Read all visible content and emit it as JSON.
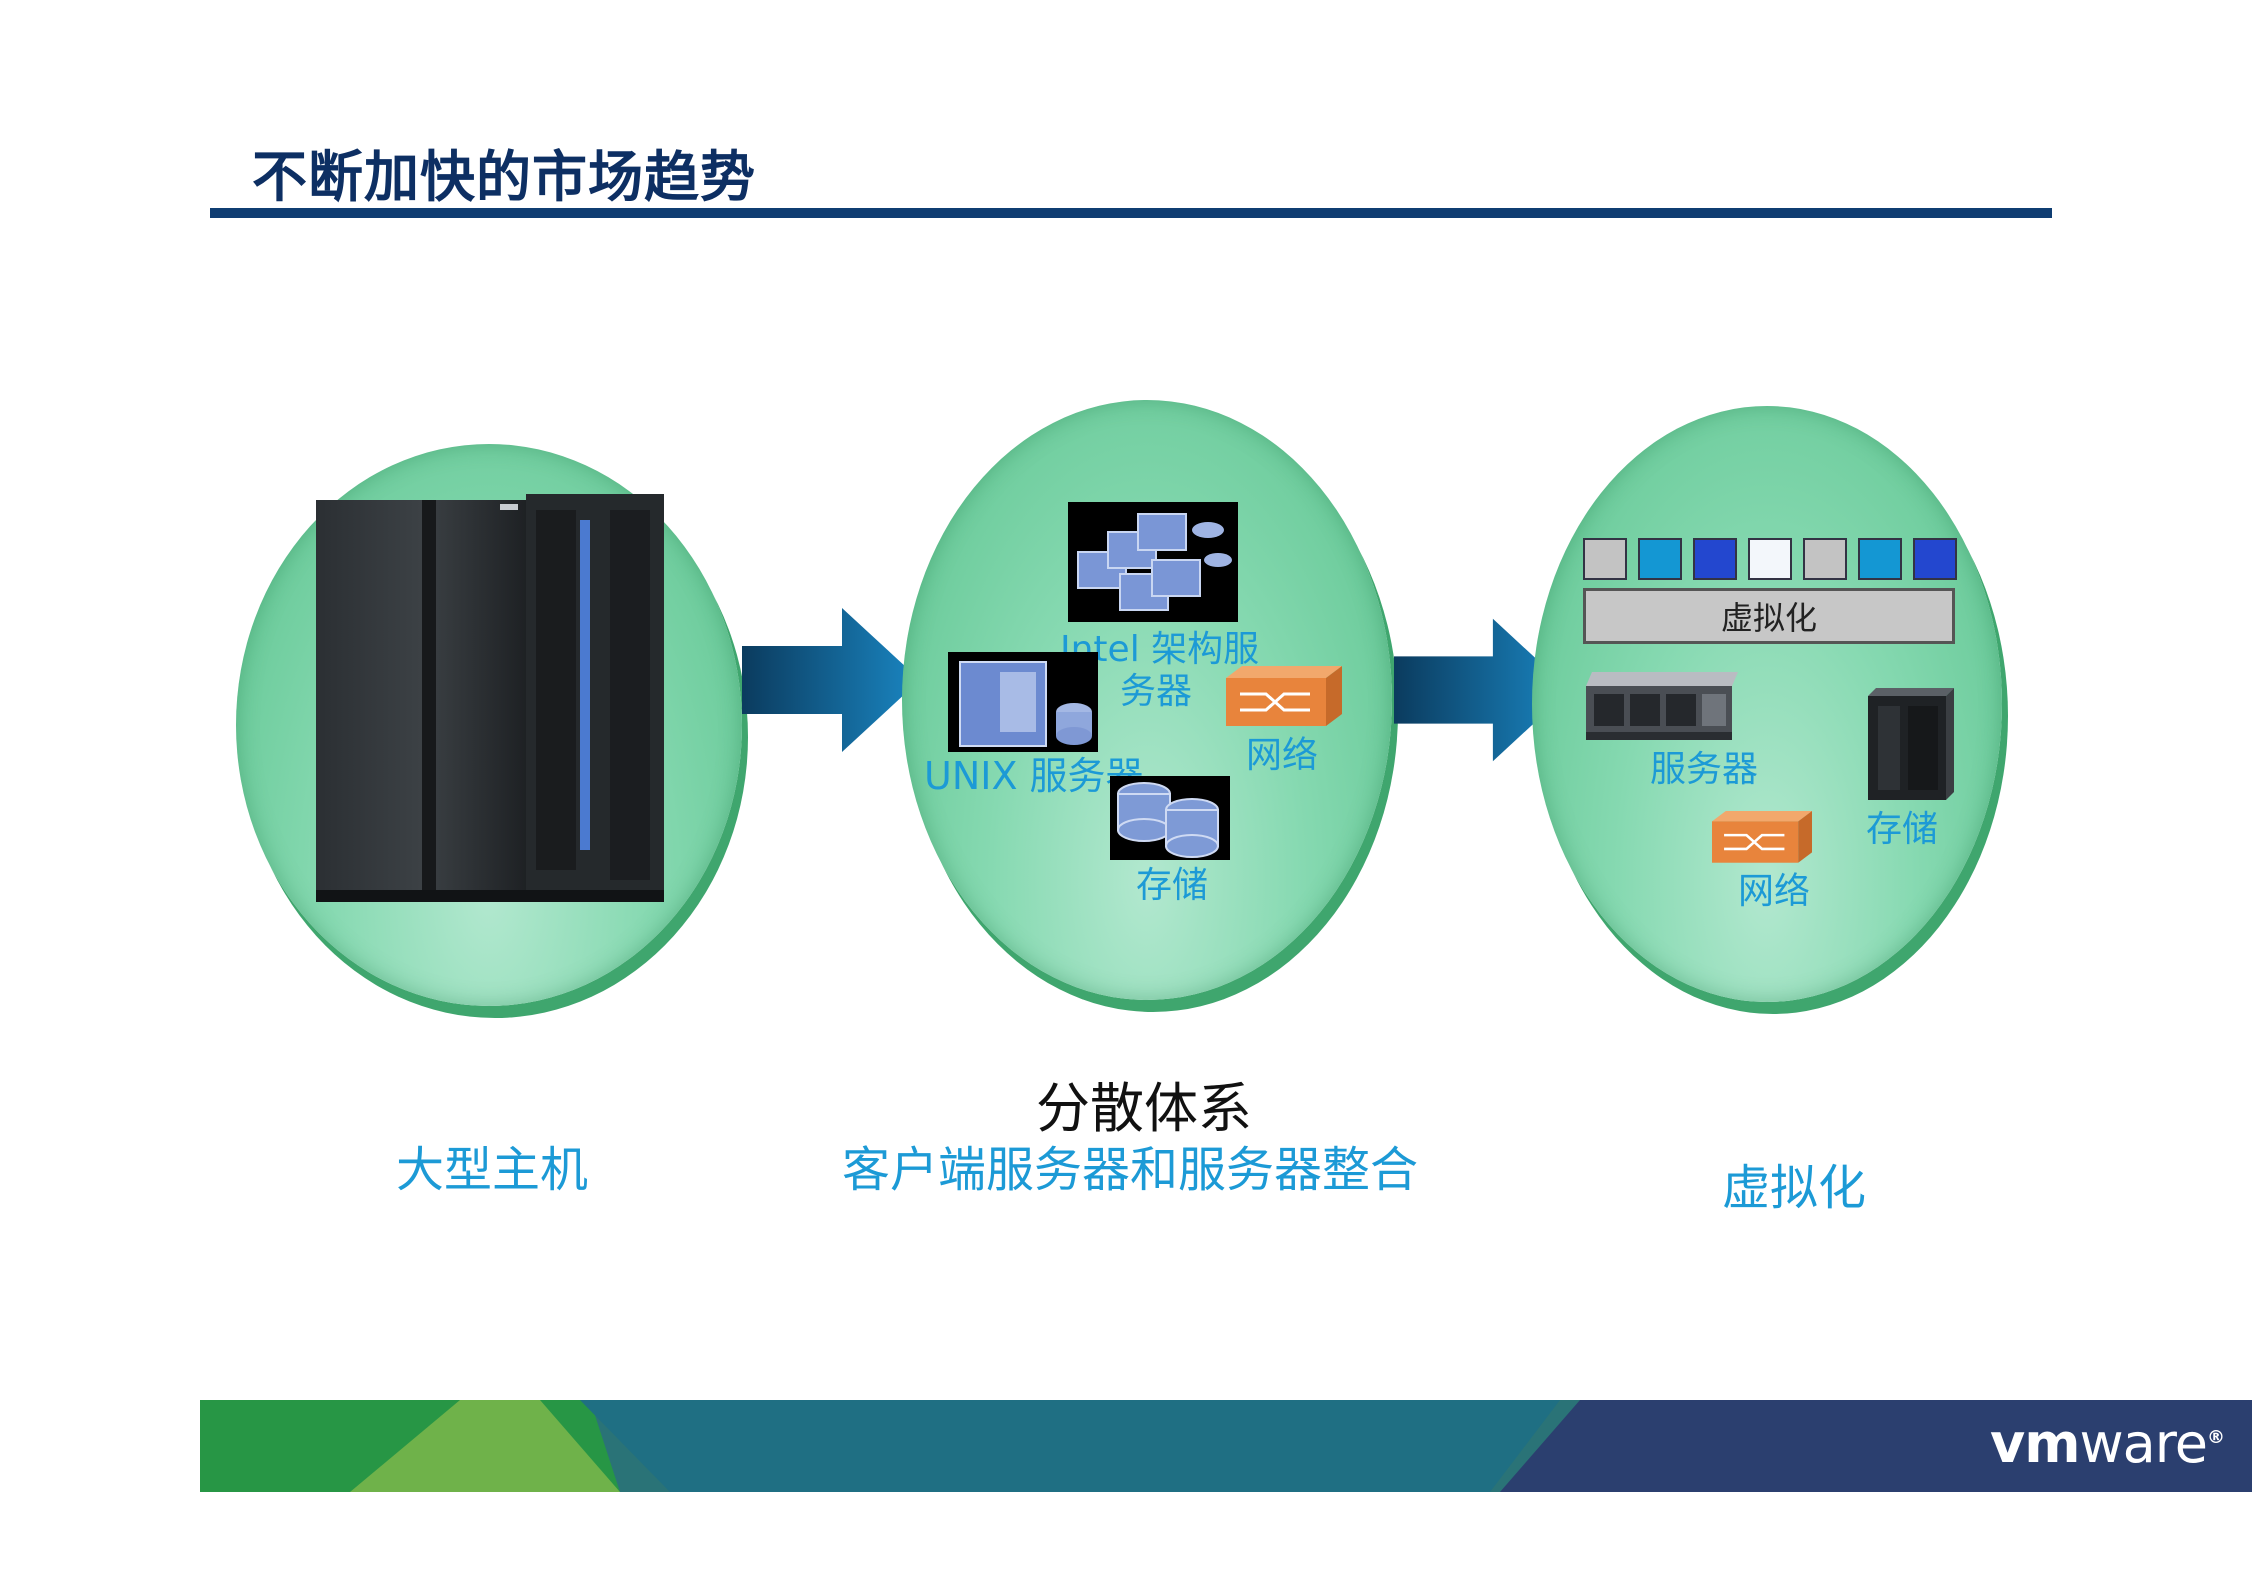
{
  "title": "不断加快的市场趋势",
  "stages": {
    "mainframe": {
      "caption": "大型主机"
    },
    "distributed": {
      "heading": "分散体系",
      "caption": "客户端服务器和服务器整合",
      "intel_label_line1": "Intel 架构服",
      "intel_label_line2": "务器",
      "unix_label": "UNIX 服务器",
      "network_label": "网络",
      "storage_label": "存储"
    },
    "virtualization": {
      "caption": "虚拟化",
      "layer_label": "虚拟化",
      "server_label": "服务器",
      "storage_label": "存储",
      "network_label": "网络",
      "vm_colors": [
        "#c3c3c3",
        "#1497d3",
        "#2347cf",
        "#f3f7fb",
        "#c3c3c3",
        "#1497d3",
        "#2347cf"
      ]
    }
  },
  "footer": {
    "brand_vm": "vm",
    "brand_ware": "ware",
    "brand_reg": "®"
  },
  "colors": {
    "title": "#0d2f63",
    "accent_blue": "#1c9ad6",
    "stage_green": "#86d9b1",
    "footer_navy": "#2c3f6e"
  }
}
